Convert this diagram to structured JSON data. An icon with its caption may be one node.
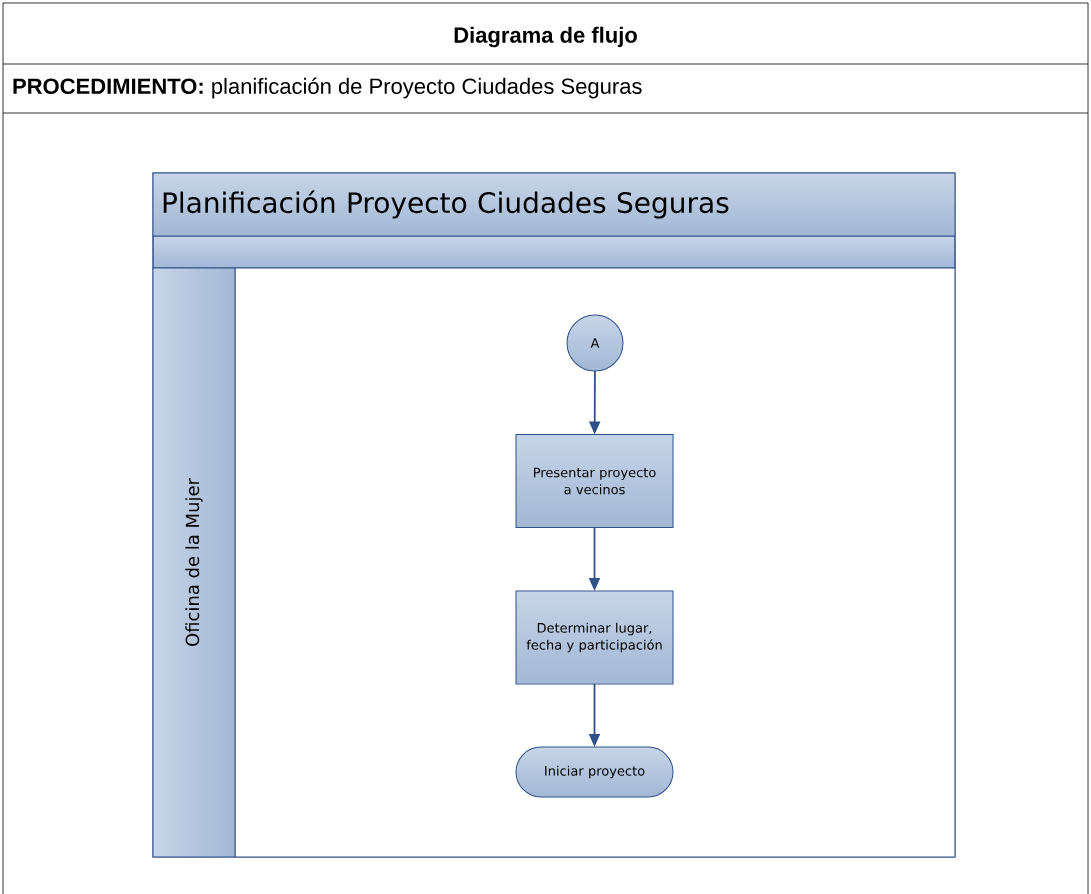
{
  "diagram": {
    "title": "Diagrama de flujo",
    "nodes": [
      {
        "text": [
          "Planificación Proyecto Ciudades Seguras"
        ]
      },
      {
        "text": [
          "Oficina de la Mujer"
        ],
        "in": 0
      },
      {
        "text": [
          "A"
        ],
        "in": 1
      },
      {
        "text": [
          "Presentar proyecto a vecinos"
        ],
        "in": 1
      },
      {
        "text": [
          "Determinar lugar, fecha y participación"
        ],
        "in": 1
      },
      {
        "text": [
          "Iniciar proyecto"
        ],
        "in": 1
      }
    ],
    "edges": [
      {
        "from": 2,
        "to": 3,
        "arrow": "to"
      },
      {
        "from": 3,
        "to": 4,
        "arrow": "to"
      },
      {
        "from": 4,
        "to": 5,
        "arrow": "to"
      }
    ],
    "labels": [
      "**PROCEDIMIENTO:** planificación de Proyecto Ciudades Seguras"
    ]
  }
}
